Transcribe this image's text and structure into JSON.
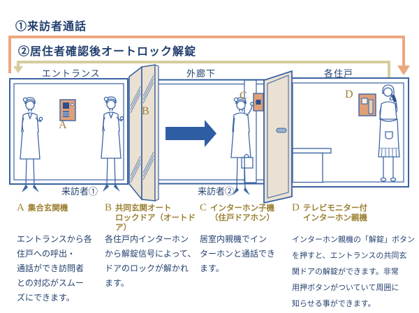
{
  "steps": [
    {
      "label": "①来訪者通話"
    },
    {
      "label": "②居住者確認後オートロック解錠"
    }
  ],
  "areas": [
    {
      "label": "エントランス"
    },
    {
      "label": "外廊下"
    },
    {
      "label": "各住戸"
    }
  ],
  "visitors": [
    {
      "label": "来訪者①"
    },
    {
      "label": "来訪者②"
    }
  ],
  "devices": {
    "a": "A",
    "b": "B",
    "c": "C",
    "d": "D"
  },
  "sections": [
    {
      "letter": "A",
      "title": "集合玄関機",
      "body": "エントランスから各\n住戸への呼出・\n通話ができ訪問者\nとの対応がスムー\nズにできます。"
    },
    {
      "letter": "B",
      "title": "共同玄関オート\nロックドア（オートドア）",
      "body": "各住戸内インターホン\nから解錠信号によって、\nドアのロックが解かれ\nます。"
    },
    {
      "letter": "C",
      "title": "インターホン子機\n（住戸ドアホン）",
      "body": "居室内親機でイン\nターホンと通話でき\nます。"
    },
    {
      "letter": "D",
      "title": "テレビモニター付\nインターホン親機",
      "body": "インターホン親機の「解錠」ボタン\nを押すと、エントランスの共同玄\n関ドアの解錠ができます。非常\n用押ボタンがついていて周囲に\n知らせる事ができます。"
    }
  ],
  "colors": {
    "accent_orange": "#ECA87F",
    "accent_khaki": "#D5CD9E",
    "line_blue": "#3A62A2",
    "navy_text": "#23406F",
    "gold": "#9C8034",
    "device_orange": "#DFA078",
    "door_tan": "#EAE1D3",
    "arrow_blue": "#2F5DA4"
  }
}
